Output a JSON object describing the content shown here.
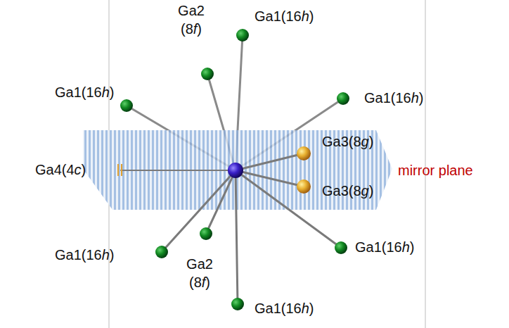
{
  "diagram": {
    "labels": [
      "Ga2 (8f)",
      "Ga1(16h)",
      "Ga1(16h)",
      "Ga1(16h)",
      "Ga3(8g)",
      "Ga4(4c)",
      "mirror plane",
      "Ga3(8g)",
      "Ga1(16h)",
      "Ga1(16h)",
      "Ga2 (8f)",
      "Ga1(16h)"
    ]
  }
}
